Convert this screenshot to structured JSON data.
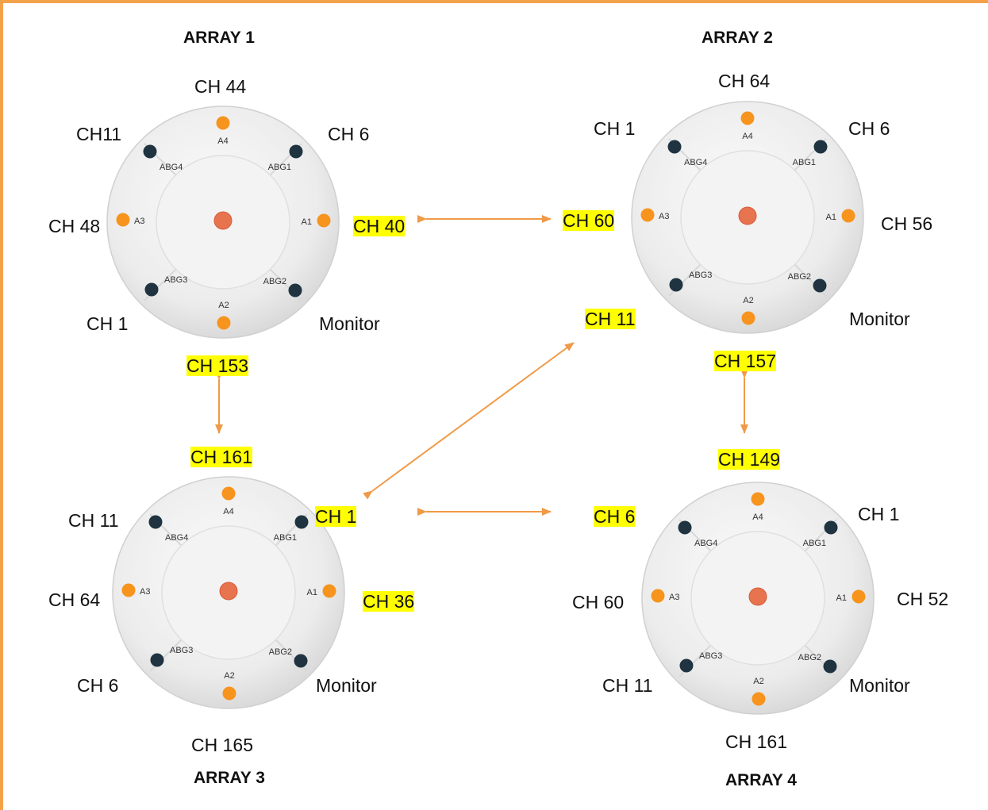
{
  "colors": {
    "frame": "#f4a24a",
    "arrow": "#f09a48",
    "highlight": "#ffff00",
    "orange_led": "#f7941d",
    "dark_led": "#1f3440"
  },
  "arrays": [
    {
      "title": "ARRAY 1",
      "ports": {
        "A4": "A4",
        "A1": "A1",
        "A2": "A2",
        "A3": "A3",
        "ABG1": "ABG1",
        "ABG2": "ABG2",
        "ABG3": "ABG3",
        "ABG4": "ABG4"
      },
      "channels": {
        "top": "CH 44",
        "tl": "CH11",
        "tr": "CH 6",
        "left": "CH 48",
        "right": "CH 40",
        "bl": "CH 1",
        "br": "Monitor",
        "bottom": "CH 153"
      }
    },
    {
      "title": "ARRAY 2",
      "ports": {
        "A4": "A4",
        "A1": "A1",
        "A2": "A2",
        "A3": "A3",
        "ABG1": "ABG1",
        "ABG2": "ABG2",
        "ABG3": "ABG3",
        "ABG4": "ABG4"
      },
      "channels": {
        "top": "CH 64",
        "tl": "CH 1",
        "tr": "CH 6",
        "left": "CH 60",
        "right": "CH 56",
        "bl": "CH 11",
        "br": "Monitor",
        "bottom": "CH 157"
      }
    },
    {
      "title": "ARRAY 3",
      "ports": {
        "A4": "A4",
        "A1": "A1",
        "A2": "A2",
        "A3": "A3",
        "ABG1": "ABG1",
        "ABG2": "ABG2",
        "ABG3": "ABG3",
        "ABG4": "ABG4"
      },
      "channels": {
        "top": "CH 161",
        "tl": "CH 11",
        "tr": "CH 1",
        "left": "CH 64",
        "right": "CH 36",
        "bl": "CH 6",
        "br": "Monitor",
        "bottom": "CH 165"
      }
    },
    {
      "title": "ARRAY 4",
      "ports": {
        "A4": "A4",
        "A1": "A1",
        "A2": "A2",
        "A3": "A3",
        "ABG1": "ABG1",
        "ABG2": "ABG2",
        "ABG3": "ABG3",
        "ABG4": "ABG4"
      },
      "channels": {
        "top": "CH 149",
        "tl": "CH 6",
        "tr": "CH 1",
        "left": "CH 60",
        "right": "CH 52",
        "bl": "CH 11",
        "br": "Monitor",
        "bottom": "CH 161"
      }
    }
  ]
}
